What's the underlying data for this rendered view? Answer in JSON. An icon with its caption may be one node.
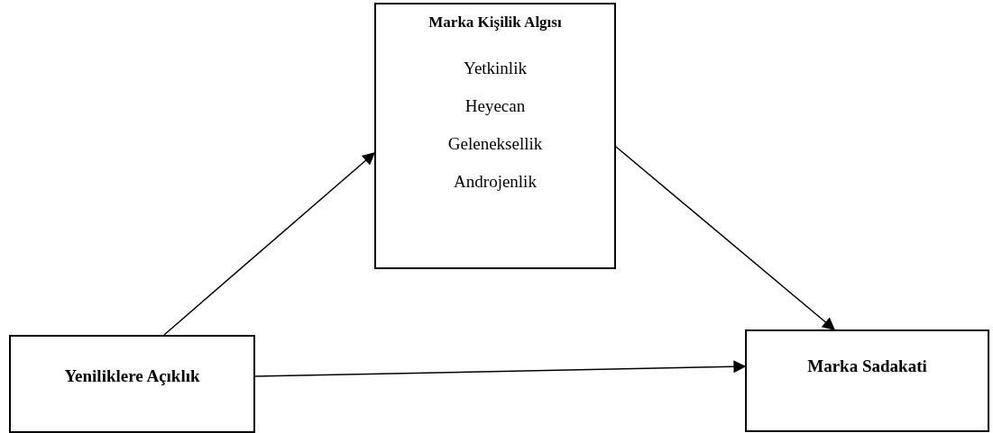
{
  "diagram": {
    "nodes": [
      {
        "text": [
          "Yeniliklere Açıklık"
        ]
      },
      {
        "text": [
          "Marka Kişilik Algısı",
          "Yetkinlik",
          "Heyecan",
          "Geleneksellik",
          "Androjenlik"
        ]
      },
      {
        "text": [
          "Marka Sadakati"
        ]
      }
    ],
    "edges": [
      {
        "from": 0,
        "to": 1,
        "arrow": "to"
      },
      {
        "from": 1,
        "to": 2,
        "arrow": "to"
      },
      {
        "from": 0,
        "to": 2,
        "arrow": "to"
      }
    ]
  }
}
